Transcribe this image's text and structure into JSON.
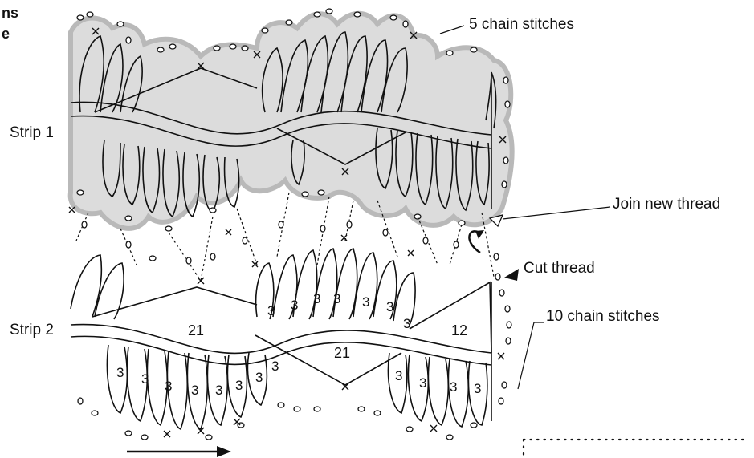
{
  "header": {
    "line1": "ns",
    "line2": "e"
  },
  "labels": {
    "strip1": "Strip 1",
    "strip2": "Strip 2",
    "five_chain": "5 chain stitches",
    "join_thread": "Join new thread",
    "cut_thread": "Cut thread",
    "ten_chain": "10 chain stitches"
  },
  "counts": {
    "top_row": [
      "3",
      "3",
      "3",
      "3",
      "3",
      "3"
    ],
    "top_right": "3",
    "bottom_left": [
      "3",
      "3",
      "3",
      "3",
      "3",
      "3",
      "3",
      "3"
    ],
    "bottom_right": [
      "3",
      "3",
      "3",
      "3"
    ],
    "panel_left": "21",
    "panel_center": "21",
    "panel_right": "12"
  },
  "colors": {
    "strip1_fill": "#dcdcdc",
    "line": "#111111"
  }
}
